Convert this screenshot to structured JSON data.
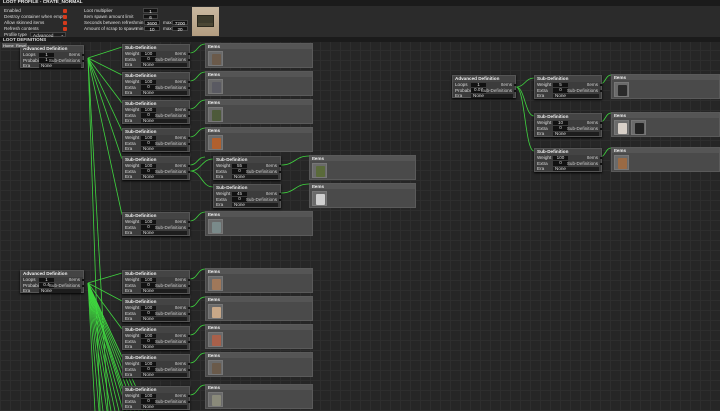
{
  "title": "LOOT PROFILE - CRATE_NORMAL",
  "settings": {
    "enabled": "Enabled",
    "destroy": "Destroy container when empty",
    "skinned": "Allow skinned items",
    "refresh": "Refresh contents",
    "profile_type_label": "Profile type",
    "profile_type": "Advanced",
    "loot_multiplier_label": "Loot multiplier",
    "loot_multiplier": "1",
    "spawn_limit_label": "Item spawn amount limit",
    "spawn_limit": "6",
    "refresh_label": "Seconds between refresh",
    "refresh_min": "3600",
    "refresh_max": "7200",
    "scrap_label": "Amount of scrap to spawn",
    "scrap_min": "10",
    "scrap_max": "20",
    "min": "min",
    "max": "max",
    "checkbox_color": "#d43a1c"
  },
  "defs_title": "LOOT DEFINITIONS",
  "buttons": {
    "home": "Home",
    "reset": "Reset"
  },
  "labels": {
    "adv": "Advanced Definition",
    "sub": "Sub-Definition",
    "items": "Items",
    "loops": "Loops",
    "probability": "Probability",
    "era": "Era",
    "weight": "Weight",
    "extra": "Extra",
    "subdefs": "Sub-Definitions",
    "plus": "+"
  },
  "wire_color": "#3fd43f",
  "advanced": [
    {
      "loops": "1",
      "probability": "1",
      "era": "None"
    },
    {
      "loops": "1",
      "probability": "0.07",
      "era": "None"
    },
    {
      "loops": "1",
      "probability": "0.4",
      "era": "None"
    }
  ],
  "subs": [
    {
      "weight": "100",
      "extra": "0",
      "era": "None"
    },
    {
      "weight": "100",
      "extra": "0",
      "era": "None"
    },
    {
      "weight": "100",
      "extra": "0",
      "era": "None"
    },
    {
      "weight": "100",
      "extra": "0",
      "era": "None"
    },
    {
      "weight": "100",
      "extra": "0",
      "era": "None"
    },
    {
      "weight": "100",
      "extra": "0",
      "era": "None"
    },
    {
      "weight": "55",
      "extra": "0",
      "era": "None"
    },
    {
      "weight": "45",
      "extra": "0",
      "era": "None"
    },
    {
      "weight": "5",
      "extra": "0",
      "era": "None"
    },
    {
      "weight": "10",
      "extra": "0",
      "era": "None"
    },
    {
      "weight": "100",
      "extra": "0",
      "era": "None"
    },
    {
      "weight": "100",
      "extra": "0",
      "era": "None"
    },
    {
      "weight": "100",
      "extra": "0",
      "era": "None"
    },
    {
      "weight": "100",
      "extra": "0",
      "era": "None"
    },
    {
      "weight": "100",
      "extra": "0",
      "era": "None"
    },
    {
      "weight": "100",
      "extra": "0",
      "era": "None"
    }
  ],
  "item_groups": [
    {
      "icons": [
        {
          "name": "pistol-icon",
          "color": "#6b5a4a"
        }
      ]
    },
    {
      "icons": [
        {
          "name": "knife-icon",
          "color": "#5a5a62"
        }
      ]
    },
    {
      "icons": [
        {
          "name": "camo-rifle-icon",
          "color": "#4d5a3a"
        }
      ]
    },
    {
      "icons": [
        {
          "name": "orange-weapon-icon",
          "color": "#b0602e"
        }
      ]
    },
    {
      "icons": [
        {
          "name": "metal-piece-icon",
          "color": "#7a8a8a"
        }
      ]
    },
    {
      "icons": [
        {
          "name": "laptop-icon",
          "color": "#5a6a3a"
        }
      ]
    },
    {
      "icons": [
        {
          "name": "camera-icon",
          "color": "#cfcfcf"
        }
      ]
    },
    {
      "icons": [
        {
          "name": "black-vest-icon",
          "color": "#2a2a2a"
        }
      ]
    },
    {
      "icons": [
        {
          "name": "white-vest-icon",
          "color": "#d8d0c8"
        },
        {
          "name": "dark-vest-icon",
          "color": "#222"
        }
      ]
    },
    {
      "icons": [
        {
          "name": "brown-vest-icon",
          "color": "#9a6a44"
        }
      ]
    },
    {
      "icons": [
        {
          "name": "wood-plank-icon",
          "color": "#a0785a"
        }
      ]
    },
    {
      "icons": [
        {
          "name": "wood-ramp-icon",
          "color": "#c8a888"
        }
      ]
    },
    {
      "icons": [
        {
          "name": "brick-frame-icon",
          "color": "#a8604a"
        }
      ]
    },
    {
      "icons": [
        {
          "name": "stone-wall-icon",
          "color": "#6a5a4a"
        }
      ]
    },
    {
      "icons": [
        {
          "name": "metal-wall-icon",
          "color": "#8a8a7a"
        }
      ]
    }
  ]
}
